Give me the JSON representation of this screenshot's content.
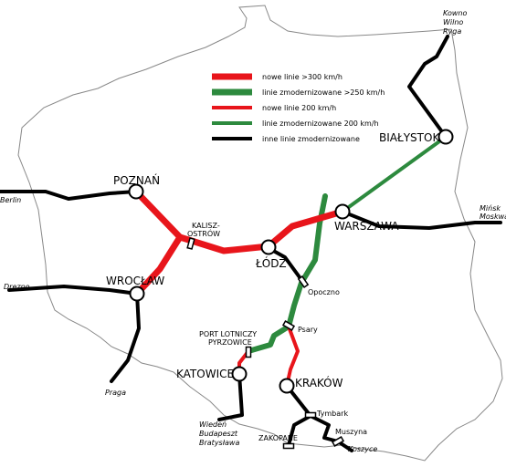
{
  "legend": {
    "items": [
      {
        "label": "nowe linie >300 km/h",
        "color": "#e8151b",
        "kind": "new-300"
      },
      {
        "label": "linie zmodernizowane >250 km/h",
        "color": "#2d8a3e",
        "kind": "mod-250"
      },
      {
        "label": "nowe linie 200 km/h",
        "color": "#e8151b",
        "kind": "new-200"
      },
      {
        "label": "linie zmodernizowane 200 km/h",
        "color": "#2d8a3e",
        "kind": "mod-200"
      },
      {
        "label": "inne linie zmodernizowane",
        "color": "#000000",
        "kind": "other"
      }
    ]
  },
  "cities": {
    "bialystok": "BIAŁYSTOK",
    "poznan": "POZNAŃ",
    "warszawa": "WARSZAWA",
    "lodz": "ŁÓDŹ",
    "wroclaw": "WROCŁAW",
    "katowice": "KATOWICE",
    "krakow": "KRAKÓW"
  },
  "stops": {
    "kalisz_1": "KALISZ-",
    "kalisz_2": "OSTRÓW",
    "opoczno": "Opoczno",
    "psary": "Psary",
    "port_1": "PORT LOTNICZY",
    "port_2": "PYRZOWICE",
    "tymbark": "Tymbark",
    "muszyna": "Muszyna",
    "zakopane": "ZAKOPANE",
    "koszyce": "Koszyce"
  },
  "external": {
    "kowno_1": "Kowno",
    "kowno_2": "Wilno",
    "kowno_3": "Ryga",
    "minsk_1": "Mińsk",
    "minsk_2": "Moskwa",
    "berlin": "Berlin",
    "drezno": "Drezno",
    "praga": "Praga",
    "wieden_1": "Wiedeń",
    "wieden_2": "Budapeszt",
    "wieden_3": "Bratysława"
  },
  "colors": {
    "red": "#e8151b",
    "green": "#2d8a3e",
    "black": "#000000",
    "border": "#888888"
  }
}
